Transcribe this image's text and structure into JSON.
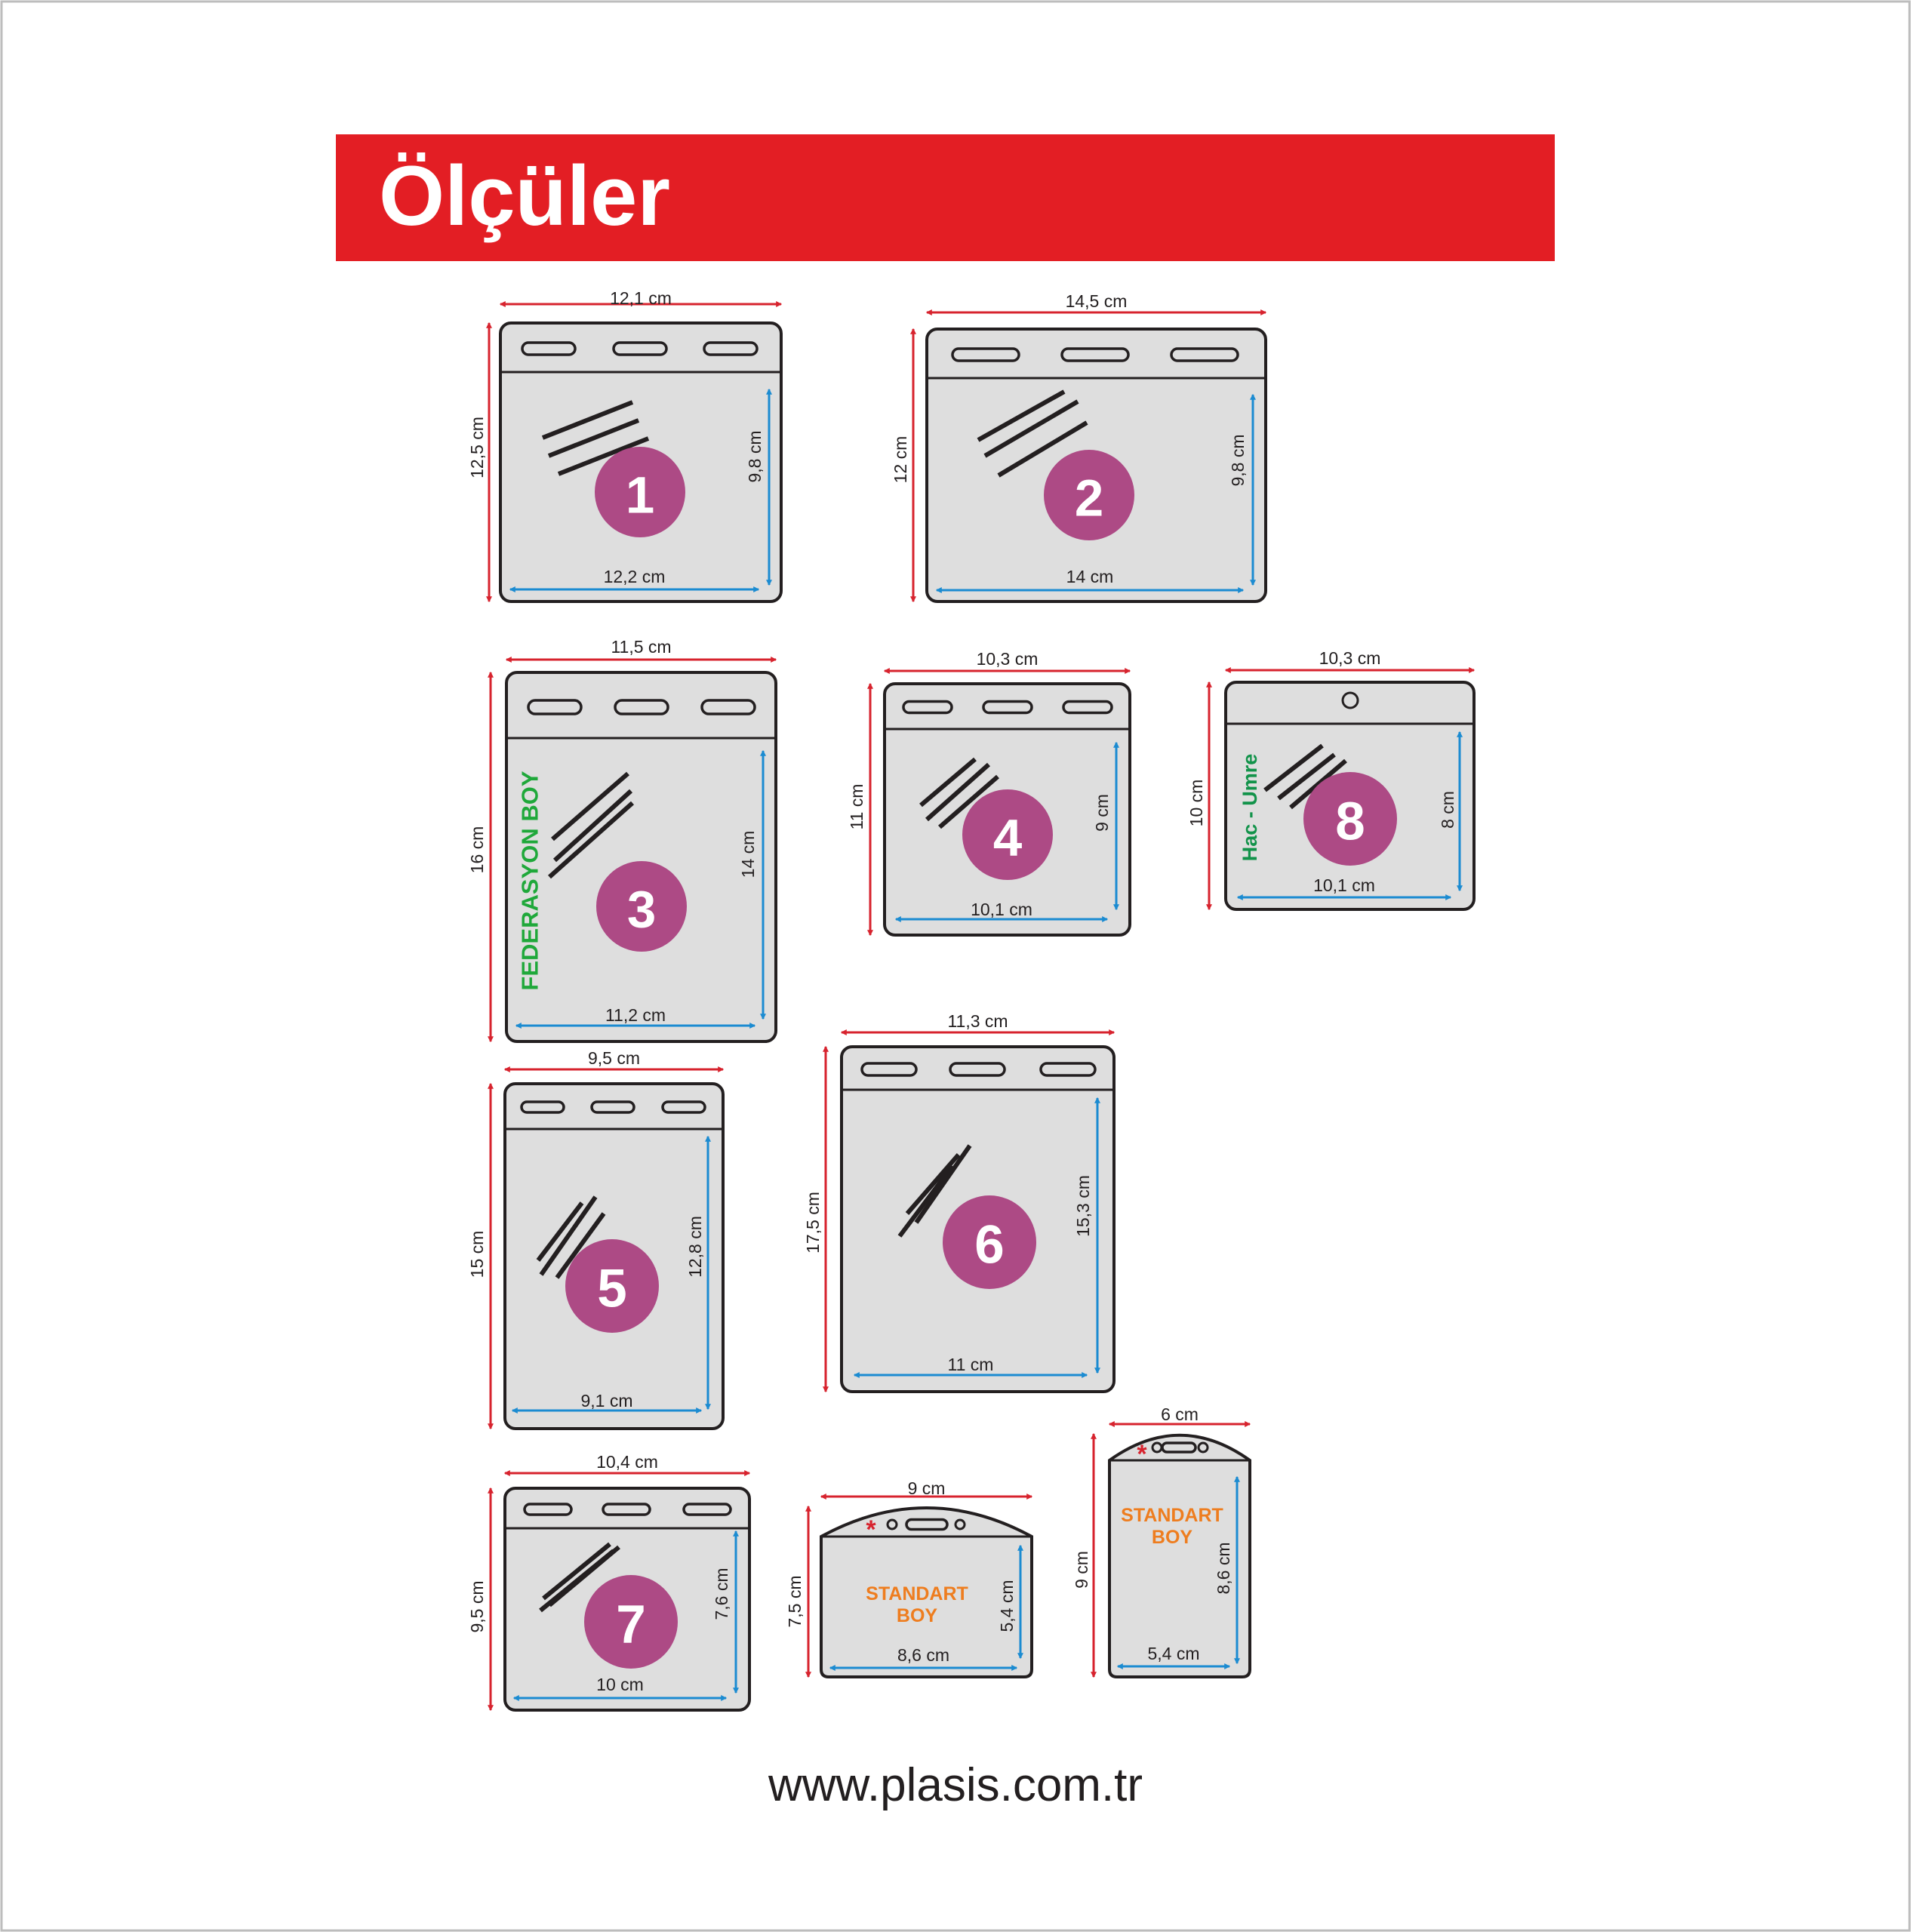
{
  "title": "Ölçüler",
  "website": "www.plasis.com.tr",
  "colors": {
    "banner": "#e31e24",
    "outer_dimension": "#d7232e",
    "inner_dimension": "#1b8bd1",
    "number_badge": "#ad4a85",
    "card_fill": "#dedede",
    "federasyon_label": "#1fa83a",
    "hac_label": "#12934a",
    "standart_label": "#ee7d1f"
  },
  "holders": [
    {
      "number": "1",
      "width": "12,1 cm",
      "height": "12,5 cm",
      "inner_height": "9,8 cm",
      "inner_width": "12,2 cm"
    },
    {
      "number": "2",
      "width": "14,5 cm",
      "height": "12 cm",
      "inner_height": "9,8 cm",
      "inner_width": "14 cm"
    },
    {
      "number": "3",
      "width": "11,5 cm",
      "height": "16 cm",
      "inner_height": "14 cm",
      "inner_width": "11,2 cm",
      "label": "FEDERASYON BOY"
    },
    {
      "number": "4",
      "width": "10,3 cm",
      "height": "11 cm",
      "inner_height": "9 cm",
      "inner_width": "10,1 cm"
    },
    {
      "number": "8",
      "width": "10,3 cm",
      "height": "10 cm",
      "inner_height": "8 cm",
      "inner_width": "10,1 cm",
      "label": "Hac - Umre"
    },
    {
      "number": "5",
      "width": "9,5 cm",
      "height": "15 cm",
      "inner_height": "12,8 cm",
      "inner_width": "9,1 cm"
    },
    {
      "number": "6",
      "width": "11,3 cm",
      "height": "17,5 cm",
      "inner_height": "15,3 cm",
      "inner_width": "11 cm"
    },
    {
      "number": "7",
      "width": "10,4 cm",
      "height": "9,5 cm",
      "inner_height": "7,6 cm",
      "inner_width": "10 cm"
    },
    {
      "width": "9 cm",
      "height": "7,5 cm",
      "inner_height": "5,4 cm",
      "inner_width": "8,6 cm",
      "label_line1": "STANDART",
      "label_line2": "BOY",
      "marker": "*"
    },
    {
      "width": "6 cm",
      "height": "9 cm",
      "inner_height": "8,6 cm",
      "inner_width": "5,4 cm",
      "label_line1": "STANDART",
      "label_line2": "BOY",
      "marker": "*"
    }
  ]
}
